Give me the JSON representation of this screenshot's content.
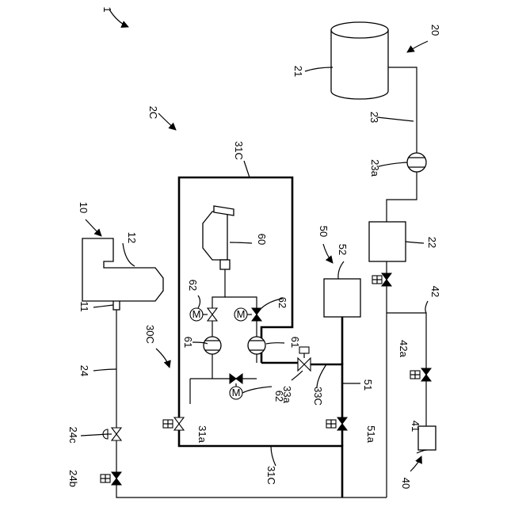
{
  "labels": {
    "l1": "1",
    "l10": "10",
    "l11": "11",
    "l12": "12",
    "l2c": "2C",
    "l20": "20",
    "l21": "21",
    "l22": "22",
    "l23": "23",
    "l23a": "23a",
    "l24": "24",
    "l24b": "24b",
    "l24c": "24c",
    "l30c": "30C",
    "l31a": "31a",
    "l31c_top": "31C",
    "l31c_bot": "31C",
    "l33a": "33a",
    "l33c": "33C",
    "l40": "40",
    "l41": "41",
    "l42": "42",
    "l42a": "42a",
    "l50": "50",
    "l51": "51",
    "l51a": "51a",
    "l52": "52",
    "l60": "60",
    "l61a": "61",
    "l61b": "61",
    "l62a": "62",
    "l62b": "62",
    "l62c": "62"
  },
  "symbols": {
    "motor": "M"
  }
}
